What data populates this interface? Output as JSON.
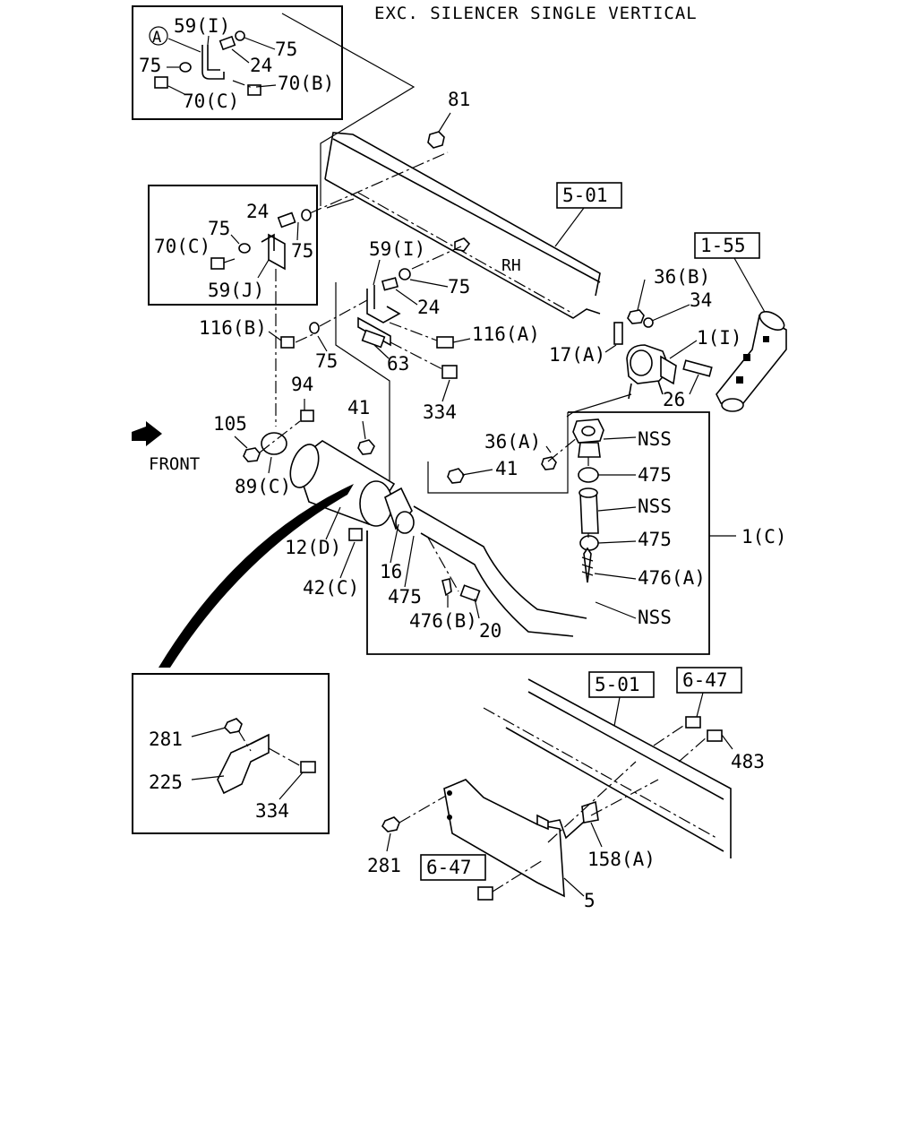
{
  "title": "EXC. SILENCER SINGLE VERTICAL",
  "callouts": {
    "c_59I_a": "59(I)",
    "c_75_a1": "75",
    "c_75_a2": "75",
    "c_24_a": "24",
    "c_70B": "70(B)",
    "c_70C_a": "70(C)",
    "c_A": "A",
    "c_81": "81",
    "c_24_b": "24",
    "c_75_b1": "75",
    "c_75_b2": "75",
    "c_70C_b": "70(C)",
    "c_59J": "59(J)",
    "c_501_a": "5-01",
    "c_155": "1-55",
    "c_RH": "RH",
    "c_59I_b": "59(I)",
    "c_75_c": "75",
    "c_24_c": "24",
    "c_116B": "116(B)",
    "c_116A": "116(A)",
    "c_75_d": "75",
    "c_63": "63",
    "c_334_a": "334",
    "c_36B": "36(B)",
    "c_34": "34",
    "c_1I": "1(I)",
    "c_17A": "17(A)",
    "c_26": "26",
    "c_94": "94",
    "c_105": "105",
    "c_41_a": "41",
    "c_89C": "89(C)",
    "c_front": "FRONT",
    "c_36A": "36(A)",
    "c_NSS_1": "NSS",
    "c_41_b": "41",
    "c_475_1": "475",
    "c_NSS_2": "NSS",
    "c_475_2": "475",
    "c_1C": "1(C)",
    "c_476A": "476(A)",
    "c_NSS_3": "NSS",
    "c_12D": "12(D)",
    "c_16": "16",
    "c_42C": "42(C)",
    "c_475_3": "475",
    "c_476B": "476(B)",
    "c_20": "20",
    "c_281_a": "281",
    "c_225": "225",
    "c_334_b": "334",
    "c_501_b": "5-01",
    "c_647_a": "6-47",
    "c_483": "483",
    "c_158A": "158(A)",
    "c_281_b": "281",
    "c_647_b": "6-47",
    "c_5": "5"
  }
}
